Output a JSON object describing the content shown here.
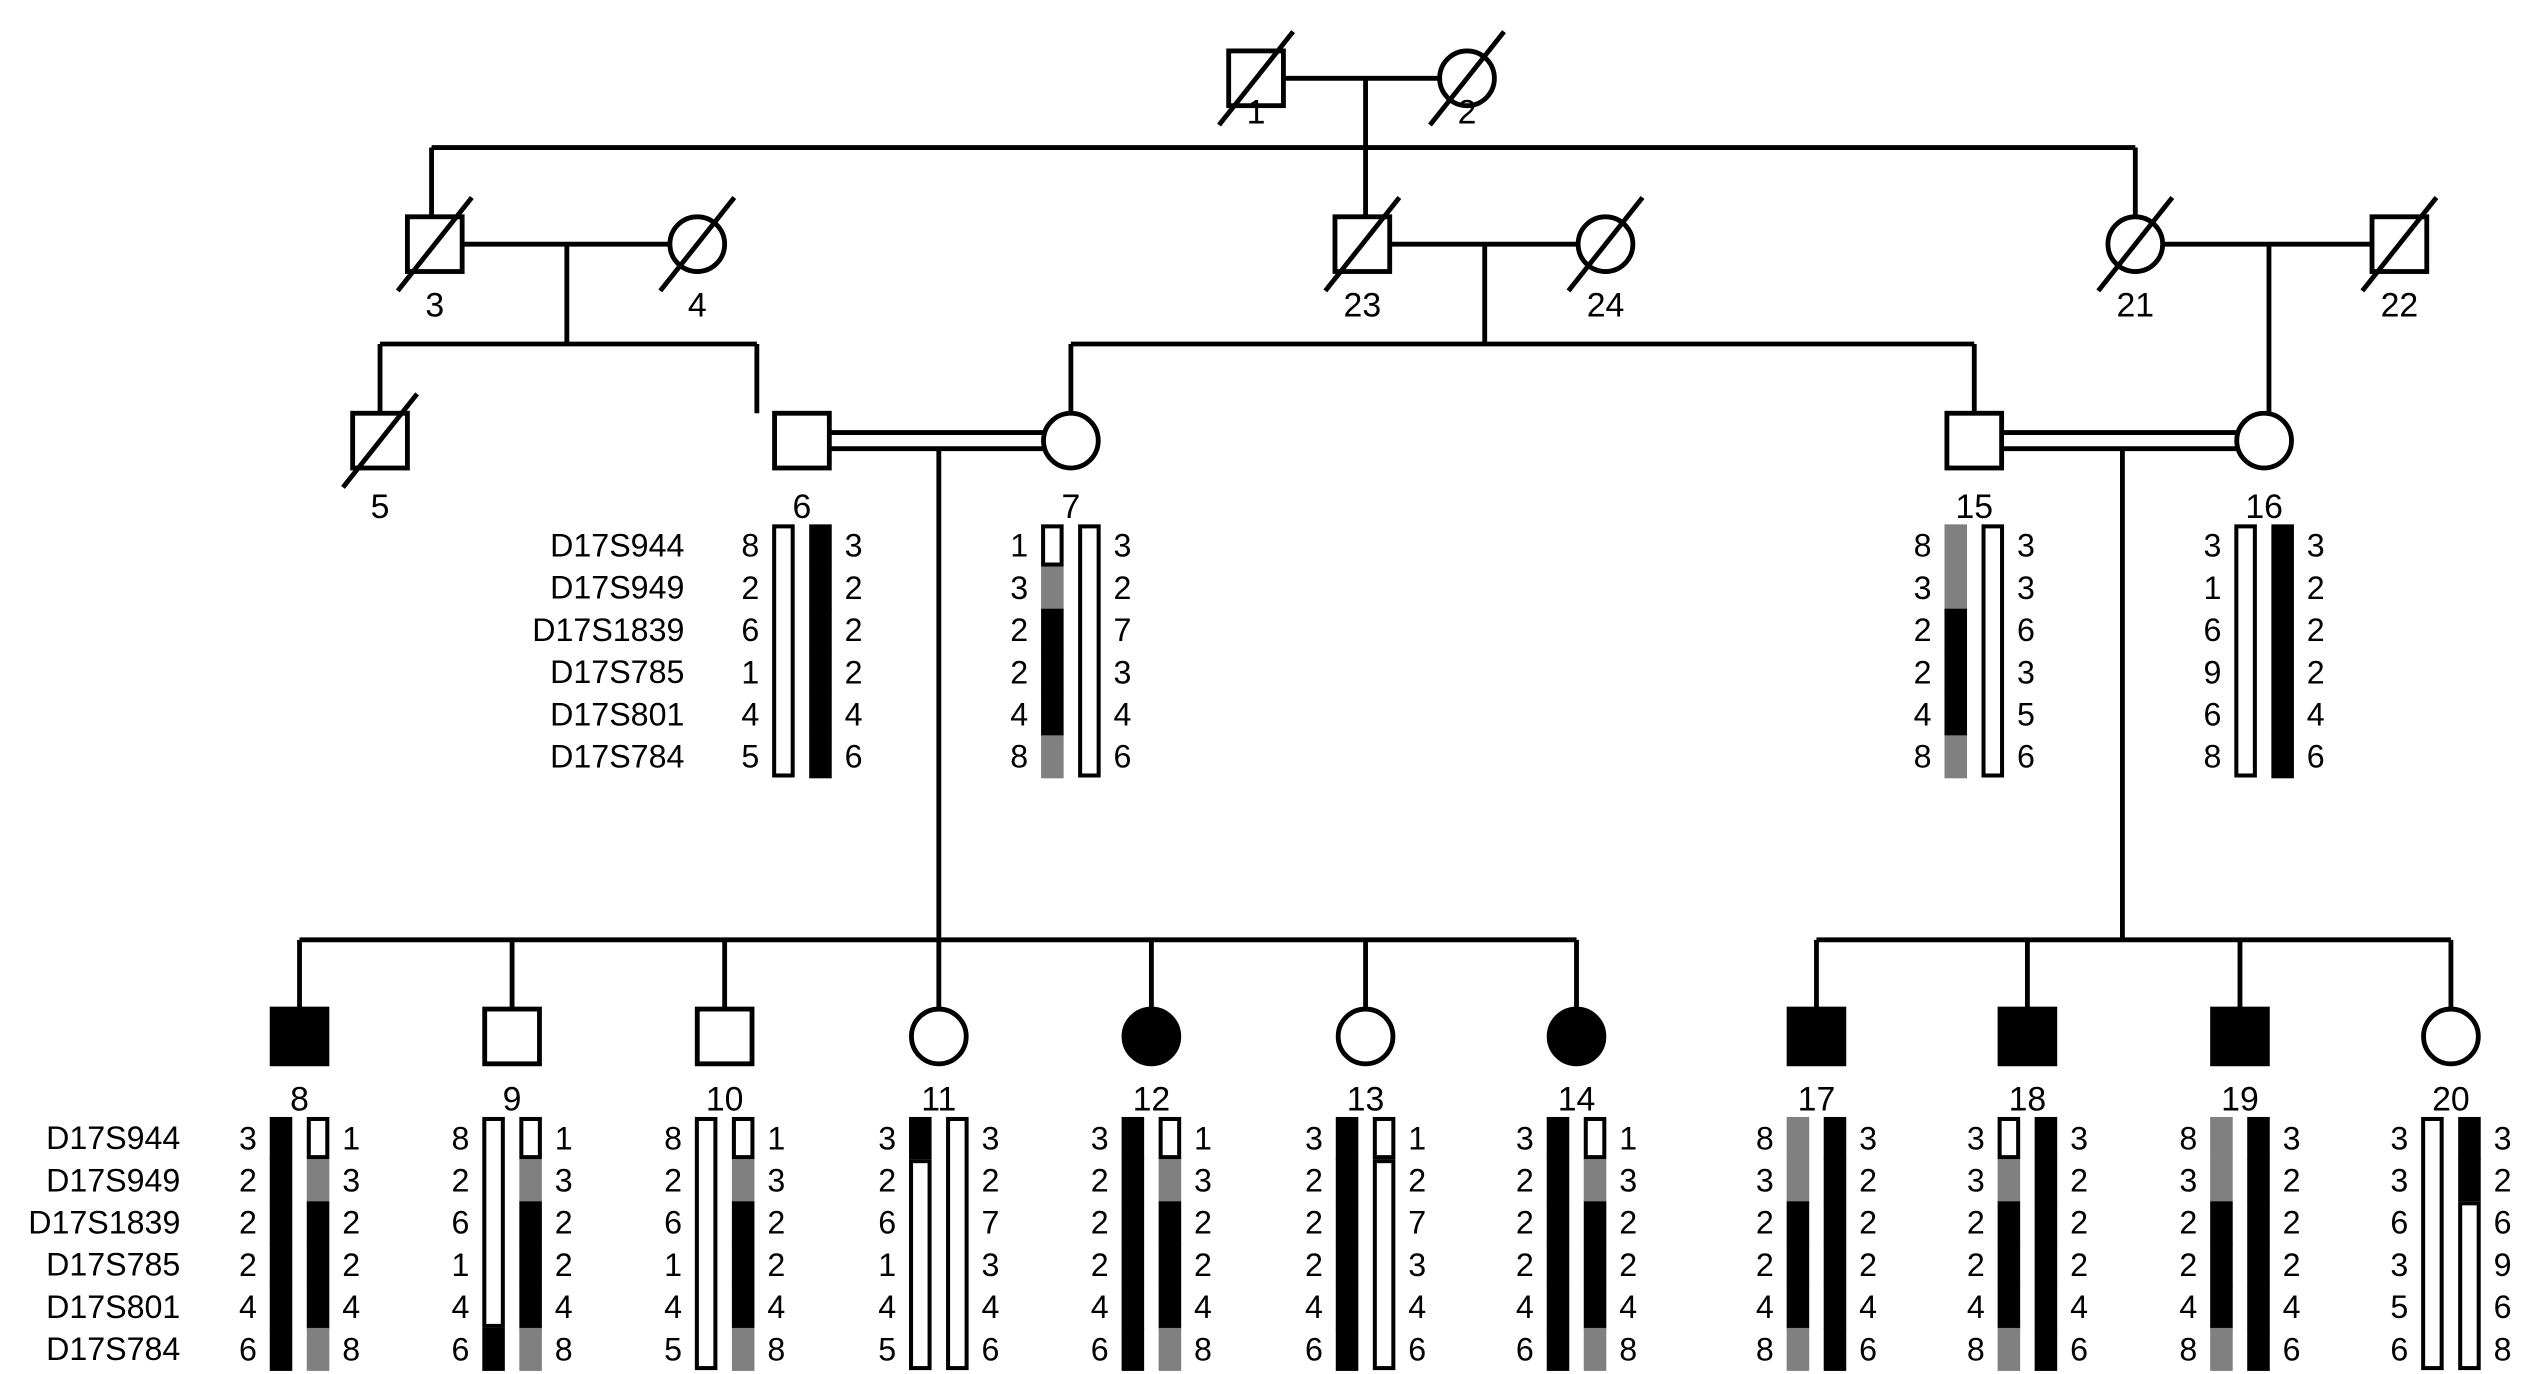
{
  "title": "Pedigree with D17S haplotypes",
  "colors": {
    "affected": "#000000",
    "shared_haplotype": "#000000",
    "flanking_haplotype": "#808080",
    "other_haplotype": "#ffffff",
    "line": "#000000"
  },
  "markers": [
    "D17S944",
    "D17S949",
    "D17S1839",
    "D17S785",
    "D17S801",
    "D17S784"
  ],
  "individuals": [
    {
      "id": "1",
      "sex": "male",
      "deceased": true,
      "affected": false
    },
    {
      "id": "2",
      "sex": "female",
      "deceased": true,
      "affected": false
    },
    {
      "id": "3",
      "sex": "male",
      "deceased": true,
      "affected": false
    },
    {
      "id": "4",
      "sex": "female",
      "deceased": true,
      "affected": false
    },
    {
      "id": "23",
      "sex": "male",
      "deceased": true,
      "affected": false
    },
    {
      "id": "24",
      "sex": "female",
      "deceased": true,
      "affected": false
    },
    {
      "id": "21",
      "sex": "female",
      "deceased": true,
      "affected": false
    },
    {
      "id": "22",
      "sex": "male",
      "deceased": true,
      "affected": false
    },
    {
      "id": "5",
      "sex": "male",
      "deceased": true,
      "affected": false
    },
    {
      "id": "6",
      "sex": "male",
      "deceased": false,
      "affected": false,
      "haplotypes": [
        {
          "alleles": [
            "8",
            "2",
            "6",
            "1",
            "4",
            "5"
          ],
          "segments": [
            "w",
            "w",
            "w",
            "w",
            "w",
            "w"
          ]
        },
        {
          "alleles": [
            "3",
            "2",
            "2",
            "2",
            "4",
            "6"
          ],
          "segments": [
            "b",
            "b",
            "b",
            "b",
            "b",
            "b"
          ]
        }
      ]
    },
    {
      "id": "7",
      "sex": "female",
      "deceased": false,
      "affected": false,
      "haplotypes": [
        {
          "alleles": [
            "1",
            "3",
            "2",
            "2",
            "4",
            "8"
          ],
          "segments": [
            "w",
            "g",
            "b",
            "b",
            "b",
            "g"
          ]
        },
        {
          "alleles": [
            "3",
            "2",
            "7",
            "3",
            "4",
            "6"
          ],
          "segments": [
            "w",
            "w",
            "w",
            "w",
            "w",
            "w"
          ]
        }
      ]
    },
    {
      "id": "15",
      "sex": "male",
      "deceased": false,
      "affected": false,
      "haplotypes": [
        {
          "alleles": [
            "8",
            "3",
            "2",
            "2",
            "4",
            "8"
          ],
          "segments": [
            "g",
            "g",
            "b",
            "b",
            "b",
            "g"
          ]
        },
        {
          "alleles": [
            "3",
            "3",
            "6",
            "3",
            "5",
            "6"
          ],
          "segments": [
            "w",
            "w",
            "w",
            "w",
            "w",
            "w"
          ]
        }
      ]
    },
    {
      "id": "16",
      "sex": "female",
      "deceased": false,
      "affected": false,
      "haplotypes": [
        {
          "alleles": [
            "3",
            "1",
            "6",
            "9",
            "6",
            "8"
          ],
          "segments": [
            "w",
            "w",
            "w",
            "w",
            "w",
            "w"
          ]
        },
        {
          "alleles": [
            "3",
            "2",
            "2",
            "2",
            "4",
            "6"
          ],
          "segments": [
            "b",
            "b",
            "b",
            "b",
            "b",
            "b"
          ]
        }
      ]
    },
    {
      "id": "8",
      "sex": "male",
      "deceased": false,
      "affected": true,
      "haplotypes": [
        {
          "alleles": [
            "3",
            "2",
            "2",
            "2",
            "4",
            "6"
          ],
          "segments": [
            "b",
            "b",
            "b",
            "b",
            "b",
            "b"
          ]
        },
        {
          "alleles": [
            "1",
            "3",
            "2",
            "2",
            "4",
            "8"
          ],
          "segments": [
            "w",
            "g",
            "b",
            "b",
            "b",
            "g"
          ]
        }
      ]
    },
    {
      "id": "9",
      "sex": "male",
      "deceased": false,
      "affected": false,
      "haplotypes": [
        {
          "alleles": [
            "8",
            "2",
            "6",
            "1",
            "4",
            "6"
          ],
          "segments": [
            "w",
            "w",
            "w",
            "w",
            "w",
            "b"
          ]
        },
        {
          "alleles": [
            "1",
            "3",
            "2",
            "2",
            "4",
            "8"
          ],
          "segments": [
            "w",
            "g",
            "b",
            "b",
            "b",
            "g"
          ]
        }
      ]
    },
    {
      "id": "10",
      "sex": "male",
      "deceased": false,
      "affected": false,
      "haplotypes": [
        {
          "alleles": [
            "8",
            "2",
            "6",
            "1",
            "4",
            "5"
          ],
          "segments": [
            "w",
            "w",
            "w",
            "w",
            "w",
            "w"
          ]
        },
        {
          "alleles": [
            "1",
            "3",
            "2",
            "2",
            "4",
            "8"
          ],
          "segments": [
            "w",
            "g",
            "b",
            "b",
            "b",
            "g"
          ]
        }
      ]
    },
    {
      "id": "11",
      "sex": "female",
      "deceased": false,
      "affected": false,
      "haplotypes": [
        {
          "alleles": [
            "3",
            "2",
            "6",
            "1",
            "4",
            "5"
          ],
          "segments": [
            "b",
            "w",
            "w",
            "w",
            "w",
            "w"
          ]
        },
        {
          "alleles": [
            "3",
            "2",
            "7",
            "3",
            "4",
            "6"
          ],
          "segments": [
            "w",
            "w",
            "w",
            "w",
            "w",
            "w"
          ]
        }
      ]
    },
    {
      "id": "12",
      "sex": "female",
      "deceased": false,
      "affected": true,
      "haplotypes": [
        {
          "alleles": [
            "3",
            "2",
            "2",
            "2",
            "4",
            "6"
          ],
          "segments": [
            "b",
            "b",
            "b",
            "b",
            "b",
            "b"
          ]
        },
        {
          "alleles": [
            "1",
            "3",
            "2",
            "2",
            "4",
            "8"
          ],
          "segments": [
            "w",
            "g",
            "b",
            "b",
            "b",
            "g"
          ]
        }
      ]
    },
    {
      "id": "13",
      "sex": "female",
      "deceased": false,
      "affected": false,
      "haplotypes": [
        {
          "alleles": [
            "3",
            "2",
            "2",
            "2",
            "4",
            "6"
          ],
          "segments": [
            "b",
            "b",
            "b",
            "b",
            "b",
            "b"
          ]
        },
        {
          "alleles": [
            "1",
            "2",
            "7",
            "3",
            "4",
            "6"
          ],
          "segments": [
            "w",
            "w",
            "w",
            "w",
            "w",
            "w"
          ],
          "break_after": 0
        }
      ]
    },
    {
      "id": "14",
      "sex": "female",
      "deceased": false,
      "affected": true,
      "haplotypes": [
        {
          "alleles": [
            "3",
            "2",
            "2",
            "2",
            "4",
            "6"
          ],
          "segments": [
            "b",
            "b",
            "b",
            "b",
            "b",
            "b"
          ]
        },
        {
          "alleles": [
            "1",
            "3",
            "2",
            "2",
            "4",
            "8"
          ],
          "segments": [
            "w",
            "g",
            "b",
            "b",
            "b",
            "g"
          ]
        }
      ]
    },
    {
      "id": "17",
      "sex": "male",
      "deceased": false,
      "affected": true,
      "haplotypes": [
        {
          "alleles": [
            "8",
            "3",
            "2",
            "2",
            "4",
            "8"
          ],
          "segments": [
            "g",
            "g",
            "b",
            "b",
            "b",
            "g"
          ]
        },
        {
          "alleles": [
            "3",
            "2",
            "2",
            "2",
            "4",
            "6"
          ],
          "segments": [
            "b",
            "b",
            "b",
            "b",
            "b",
            "b"
          ]
        }
      ]
    },
    {
      "id": "18",
      "sex": "male",
      "deceased": false,
      "affected": true,
      "haplotypes": [
        {
          "alleles": [
            "3",
            "3",
            "2",
            "2",
            "4",
            "8"
          ],
          "segments": [
            "w",
            "g",
            "b",
            "b",
            "b",
            "g"
          ]
        },
        {
          "alleles": [
            "3",
            "2",
            "2",
            "2",
            "4",
            "6"
          ],
          "segments": [
            "b",
            "b",
            "b",
            "b",
            "b",
            "b"
          ]
        }
      ]
    },
    {
      "id": "19",
      "sex": "male",
      "deceased": false,
      "affected": true,
      "haplotypes": [
        {
          "alleles": [
            "8",
            "3",
            "2",
            "2",
            "4",
            "8"
          ],
          "segments": [
            "g",
            "g",
            "b",
            "b",
            "b",
            "g"
          ]
        },
        {
          "alleles": [
            "3",
            "2",
            "2",
            "2",
            "4",
            "6"
          ],
          "segments": [
            "b",
            "b",
            "b",
            "b",
            "b",
            "b"
          ]
        }
      ]
    },
    {
      "id": "20",
      "sex": "female",
      "deceased": false,
      "affected": false,
      "haplotypes": [
        {
          "alleles": [
            "3",
            "3",
            "6",
            "3",
            "5",
            "6"
          ],
          "segments": [
            "w",
            "w",
            "w",
            "w",
            "w",
            "w"
          ]
        },
        {
          "alleles": [
            "3",
            "2",
            "6",
            "9",
            "6",
            "8"
          ],
          "segments": [
            "b",
            "b",
            "w",
            "w",
            "w",
            "w"
          ]
        }
      ]
    }
  ]
}
